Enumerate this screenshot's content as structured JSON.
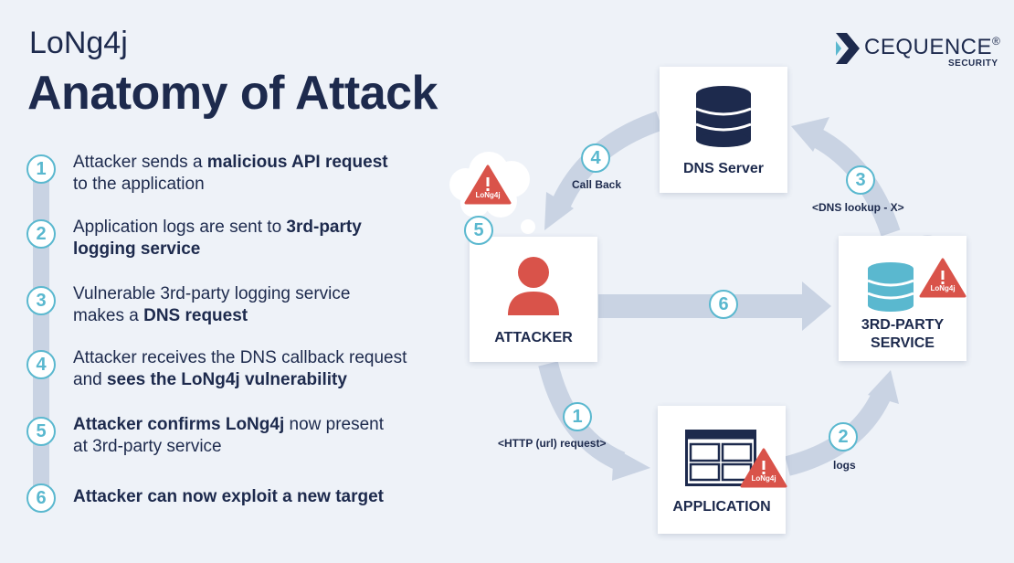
{
  "header": {
    "title_small": "LoNg4j",
    "title_big": "Anatomy of Attack"
  },
  "logo": {
    "name": "CEQUENCE",
    "reg": "®",
    "sub": "SECURITY",
    "icon": "cequence-chevron-icon"
  },
  "steps": [
    {
      "num": "1",
      "parts": [
        [
          "Attacker sends a ",
          false
        ],
        [
          "malicious API request",
          true
        ],
        [
          "\nto the application",
          false
        ]
      ]
    },
    {
      "num": "2",
      "parts": [
        [
          "Application logs are sent to ",
          false
        ],
        [
          "3rd-party\nlogging service",
          true
        ]
      ]
    },
    {
      "num": "3",
      "parts": [
        [
          "Vulnerable 3rd-party logging service\nmakes a ",
          false
        ],
        [
          "DNS request",
          true
        ]
      ]
    },
    {
      "num": "4",
      "parts": [
        [
          "Attacker receives the DNS callback request\nand ",
          false
        ],
        [
          "sees the LoNg4j vulnerability",
          true
        ]
      ]
    },
    {
      "num": "5",
      "parts": [
        [
          "Attacker confirms LoNg4j",
          true
        ],
        [
          " now present\nat 3rd-party service",
          false
        ]
      ]
    },
    {
      "num": "6",
      "parts": [
        [
          "Attacker can now exploit a new target",
          true
        ]
      ]
    }
  ],
  "diagram": {
    "nodes": {
      "dns": "DNS Server",
      "attacker": "ATTACKER",
      "service_line1": "3RD-PARTY",
      "service_line2": "SERVICE",
      "application": "APPLICATION"
    },
    "badge_text": "LoNg4j",
    "arrows": {
      "n1": "1",
      "l1": "<HTTP (url) request>",
      "n2": "2",
      "l2": "logs",
      "n3": "3",
      "l3": "<DNS lookup - X>",
      "n4": "4",
      "l4": "Call Back",
      "n5": "5",
      "n6": "6"
    }
  },
  "colors": {
    "navy": "#1d2a4d",
    "teal": "#5ab8cf",
    "arrow": "#c9d3e3",
    "red": "#d9534a",
    "background": "#eef2f8"
  }
}
